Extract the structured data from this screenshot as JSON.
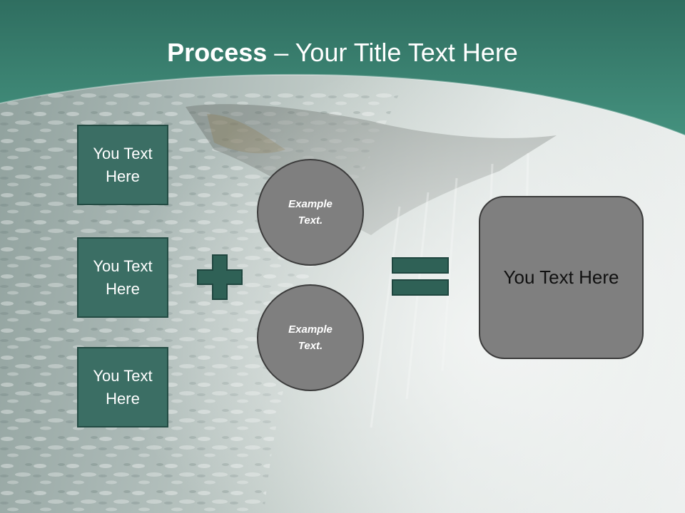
{
  "slide": {
    "title_bold": "Process",
    "title_rest": " – Your Title Text Here"
  },
  "inputs": [
    "You Text Here",
    "You Text Here",
    "You Text Here"
  ],
  "circles": [
    "Example Text.",
    "Example Text."
  ],
  "operators": {
    "plus": "plus-icon",
    "equals": "equals-icon"
  },
  "result": "You Text Here",
  "colors": {
    "header": "#3e8a78",
    "box_fill": "#3b6e64",
    "box_border": "#234b43",
    "circle_fill": "#7f7f7f",
    "symbol": "#2f6156",
    "title_text": "#ffffff"
  }
}
